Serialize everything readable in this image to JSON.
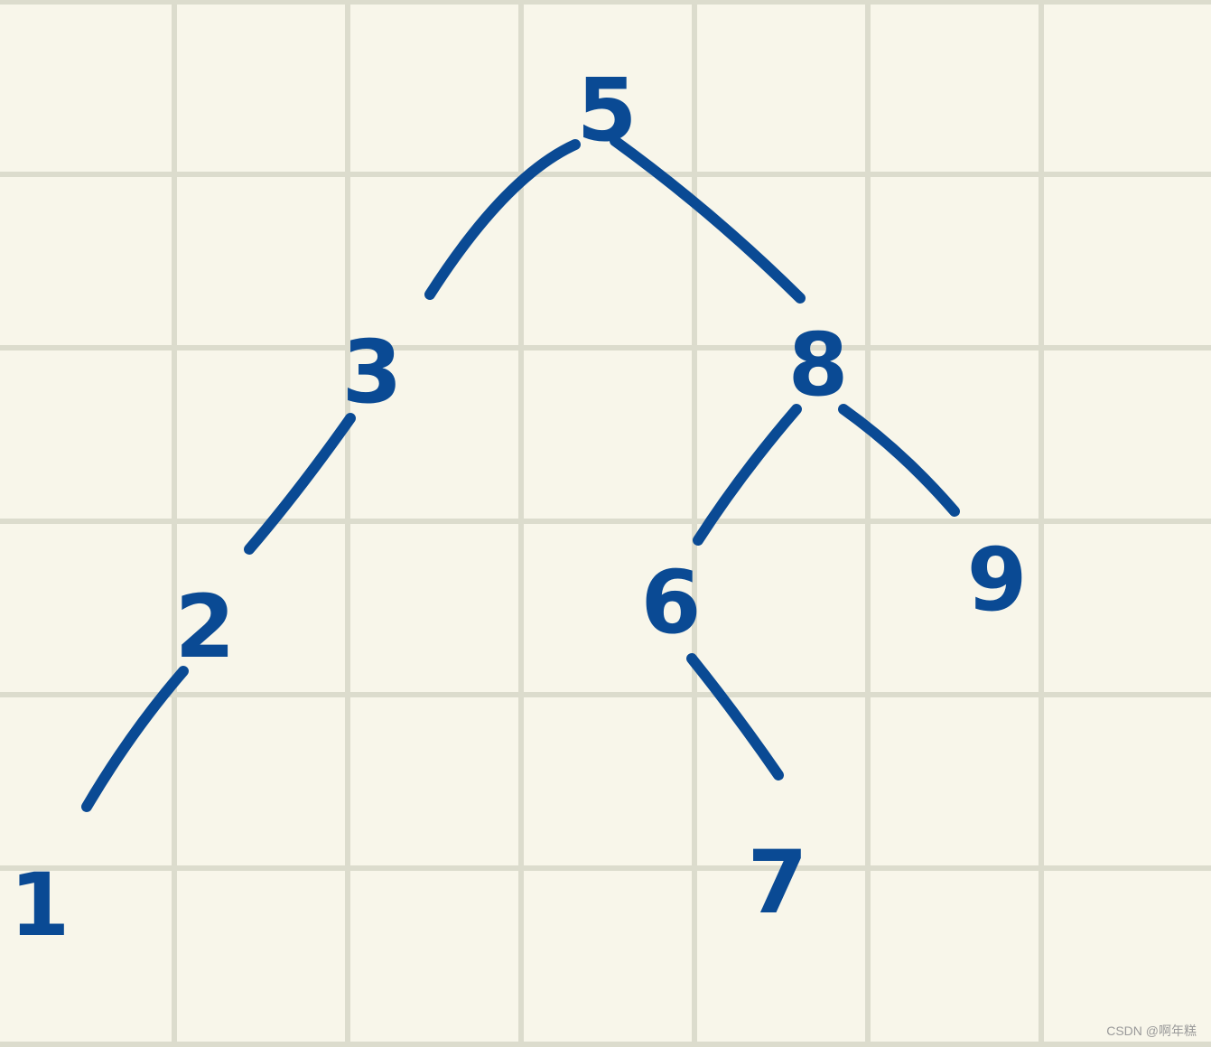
{
  "tree": {
    "nodes": [
      {
        "id": "n5",
        "label": "5"
      },
      {
        "id": "n3",
        "label": "3"
      },
      {
        "id": "n8",
        "label": "8"
      },
      {
        "id": "n2",
        "label": "2"
      },
      {
        "id": "n6",
        "label": "6"
      },
      {
        "id": "n9",
        "label": "9"
      },
      {
        "id": "n1",
        "label": "1"
      },
      {
        "id": "n7",
        "label": "7"
      }
    ],
    "edges": [
      {
        "from": "5",
        "to": "3"
      },
      {
        "from": "5",
        "to": "8"
      },
      {
        "from": "3",
        "to": "2"
      },
      {
        "from": "8",
        "to": "6"
      },
      {
        "from": "8",
        "to": "9"
      },
      {
        "from": "2",
        "to": "1"
      },
      {
        "from": "6",
        "to": "7"
      }
    ]
  },
  "watermark": "CSDN @啊年糕",
  "colors": {
    "ink": "#0a4a94",
    "paper": "#f8f6ea",
    "grid": "#dcdccd"
  }
}
